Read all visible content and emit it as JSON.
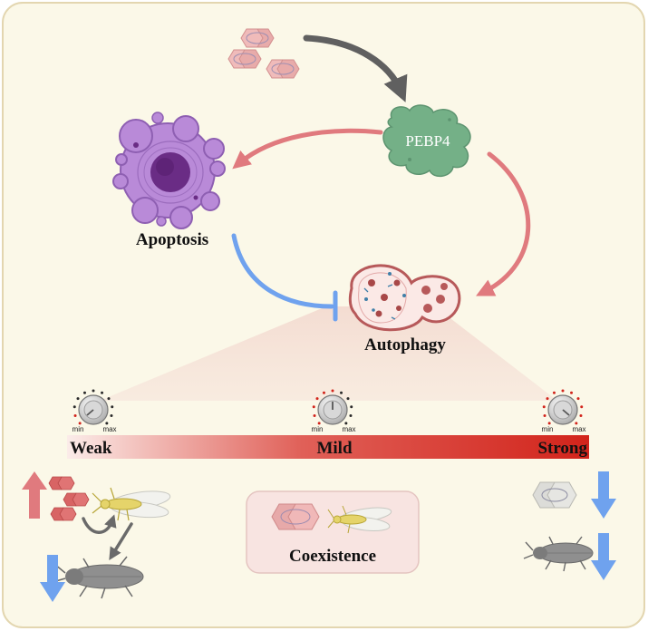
{
  "labels": {
    "pebp4": "PEBP4",
    "apoptosis": "Apoptosis",
    "autophagy": "Autophagy",
    "weak": "Weak",
    "mild": "Mild",
    "strong": "Strong",
    "coexistence": "Coexistence"
  },
  "dial": {
    "min": "min",
    "max": "max"
  },
  "colors": {
    "background": "#fbf8e8",
    "frame": "#e3d6b0",
    "activate_arrow": "#e07a7e",
    "inhibit_arrow": "#6fa2ee",
    "gray_arrow": "#606060",
    "pebp4": "#74b087",
    "apoptosis_cell": "#b98ad8",
    "nucleus": "#6a2c85",
    "bar_start": "#fbe9e6",
    "bar_end": "#d2241b",
    "up_arrow": "#e07a7e",
    "down_arrow": "#6fa2ee",
    "coexist_box": "#f8e4e1"
  },
  "icons": {
    "protein_cluster": "hexagon-cluster-icon",
    "insect_white": "whitefly-icon",
    "insect_gray": "cockroach-icon"
  }
}
